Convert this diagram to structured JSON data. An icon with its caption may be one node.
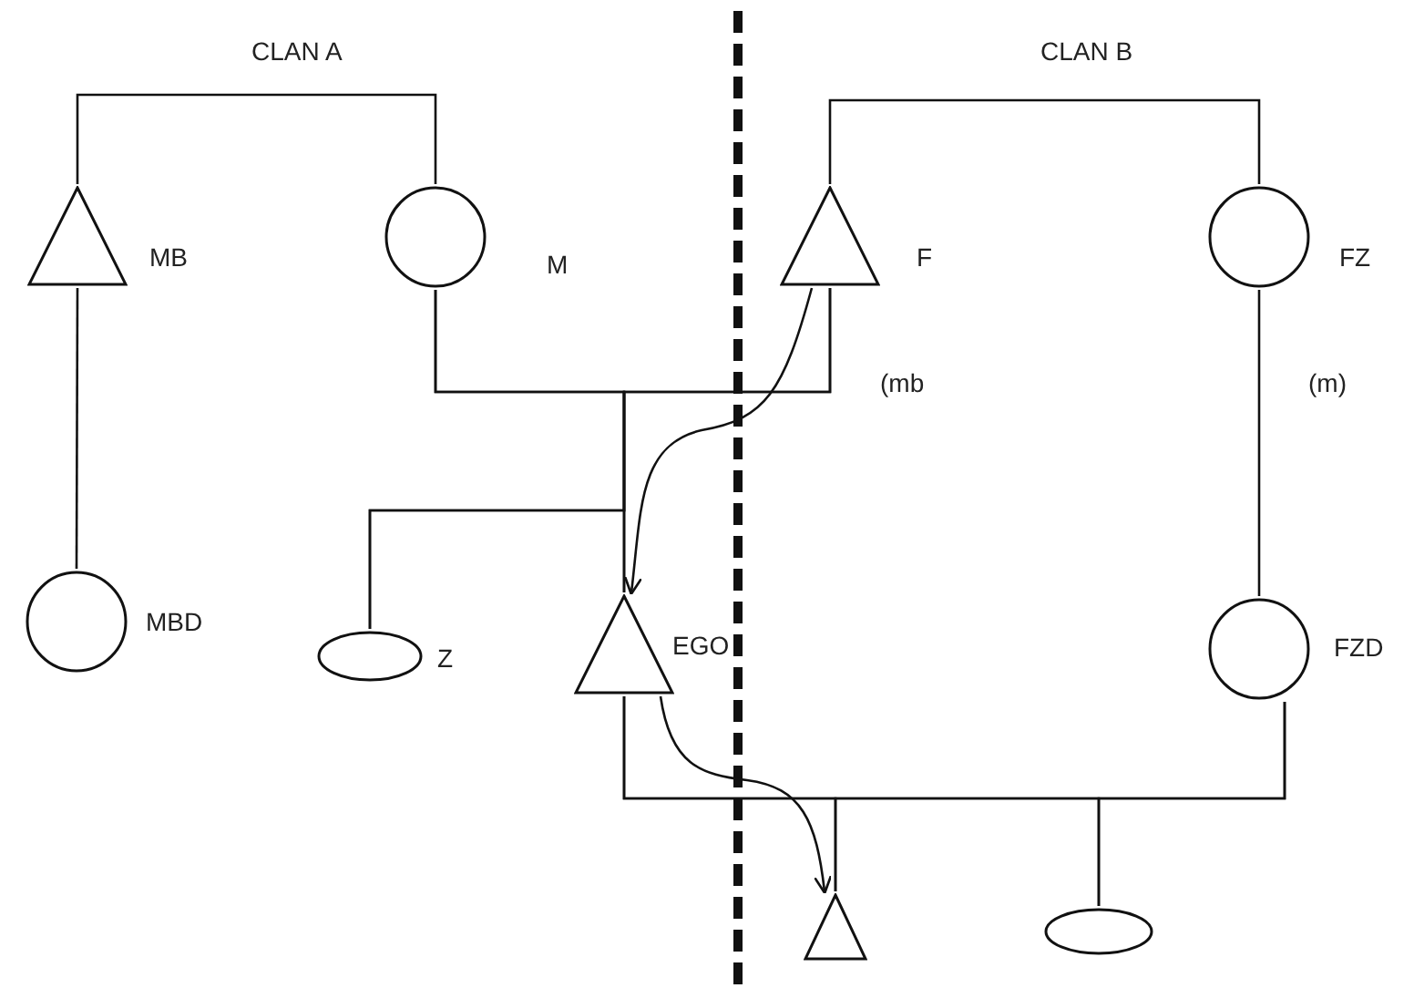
{
  "diagram": {
    "nodes": [
      {
        "text": [],
        "shape": "triangle",
        "beside": [
          "MB"
        ]
      },
      {
        "text": [],
        "shape": "circle",
        "beside": [
          "M"
        ]
      },
      {
        "text": [],
        "shape": "triangle",
        "beside": [
          "F"
        ]
      },
      {
        "text": [],
        "shape": "circle",
        "beside": [
          "FZ"
        ]
      },
      {
        "text": [],
        "shape": "circle",
        "beside": [
          "MBD"
        ]
      },
      {
        "text": [],
        "shape": "circle",
        "beside": [
          "Z"
        ]
      },
      {
        "text": [],
        "shape": "triangle",
        "beside": [
          "EGO"
        ]
      },
      {
        "text": [],
        "shape": "circle",
        "beside": [
          "FZD"
        ]
      },
      {
        "text": [],
        "shape": "triangle"
      },
      {
        "text": [],
        "shape": "circle"
      }
    ],
    "edges": [
      {
        "from": 0,
        "to": 1,
        "arrow": "none"
      },
      {
        "from": 2,
        "to": 3,
        "arrow": "none"
      },
      {
        "from": 0,
        "to": 4,
        "arrow": "none"
      },
      {
        "from": 3,
        "to": 7,
        "arrow": "none"
      },
      {
        "from": 1,
        "to": 5,
        "arrow": "none"
      },
      {
        "from": 1,
        "to": 6,
        "arrow": "none"
      },
      {
        "from": 2,
        "to": 5,
        "arrow": "none"
      },
      {
        "from": 2,
        "to": 6,
        "arrow": "none"
      },
      {
        "from": 2,
        "to": 6,
        "arrow": "to"
      },
      {
        "from": 6,
        "to": 8,
        "arrow": "none"
      },
      {
        "from": 6,
        "to": 9,
        "arrow": "none"
      },
      {
        "from": 7,
        "to": 8,
        "arrow": "none"
      },
      {
        "from": 7,
        "to": 9,
        "arrow": "none"
      },
      {
        "from": 6,
        "to": 8,
        "arrow": "to"
      }
    ],
    "labels": [
      "CLAN A",
      "CLAN B",
      "(mb",
      "(m)"
    ]
  }
}
